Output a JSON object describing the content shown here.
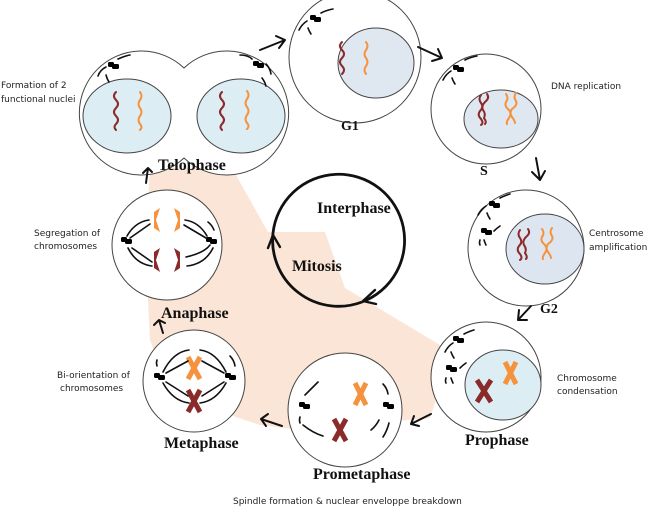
{
  "diagram": {
    "type": "cell-cycle",
    "center_cycle": {
      "interphase_label": "Interphase",
      "mitosis_label": "Mitosis"
    },
    "colors": {
      "mitosis_region": "#fbe5d6",
      "maternal_chromosome": "#8b2a2a",
      "paternal_chromosome": "#f5923e",
      "interphase_nucleus": "#dfe7f1",
      "mitotic_nucleus": "#dcedf3"
    },
    "phases": [
      {
        "id": "g1",
        "label": "G1",
        "description": ""
      },
      {
        "id": "s",
        "label": "S",
        "description": "DNA replication"
      },
      {
        "id": "g2",
        "label": "G2",
        "description_line1": "Centrosome",
        "description_line2": "amplification"
      },
      {
        "id": "prophase",
        "label": "Prophase",
        "description_line1": "Chromosome",
        "description_line2": "condensation"
      },
      {
        "id": "prometaphase",
        "label": "Prometaphase",
        "description": "Spindle formation & nuclear enveloppe breakdown"
      },
      {
        "id": "metaphase",
        "label": "Metaphase",
        "description_line1": "Bi-orientation of",
        "description_line2": "chromosomes"
      },
      {
        "id": "anaphase",
        "label": "Anaphase",
        "description_line1": "Segregation of",
        "description_line2": "chromosomes"
      },
      {
        "id": "telophase",
        "label": "Telophase",
        "description_line1": "Formation of 2",
        "description_line2": "functional nuclei"
      }
    ]
  }
}
